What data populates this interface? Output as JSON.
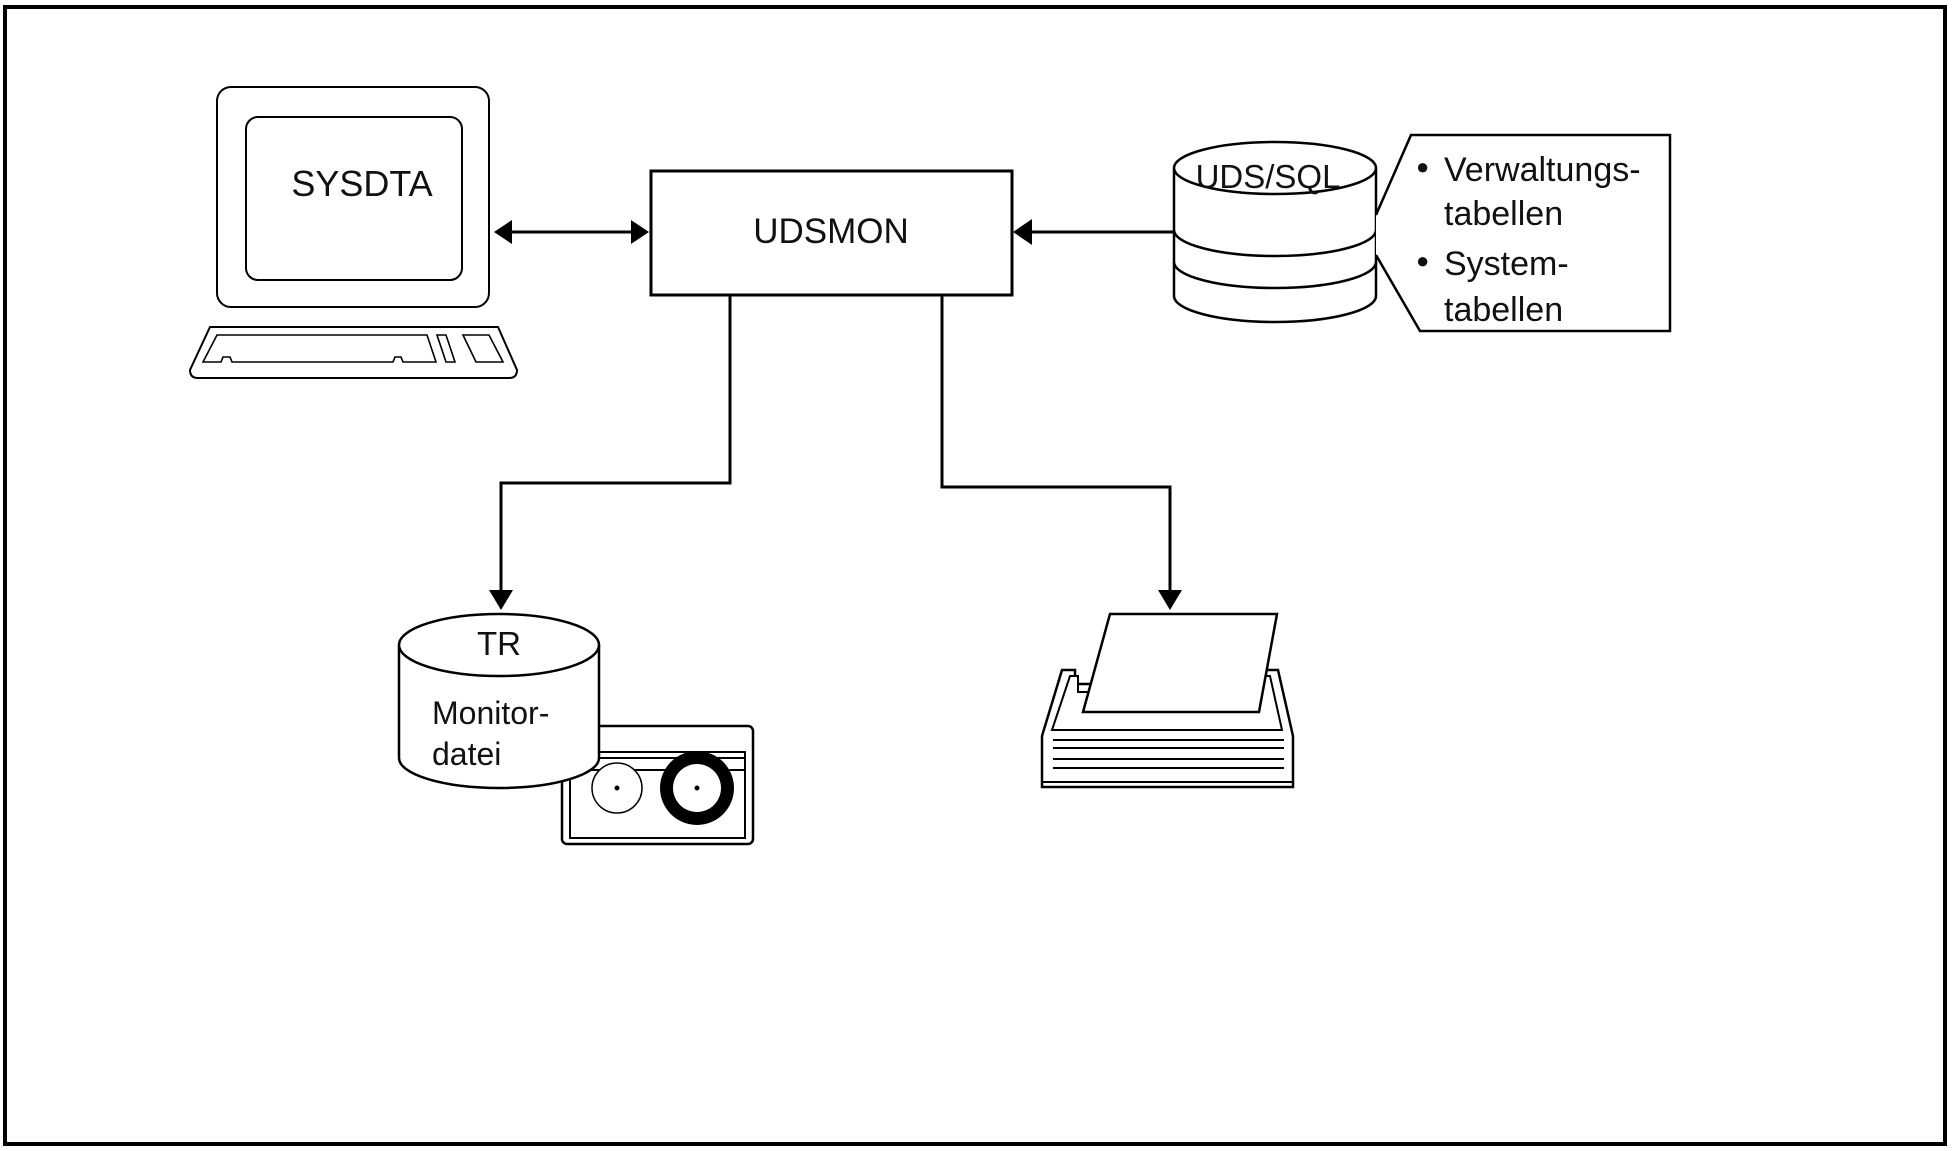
{
  "diagram": {
    "title": "UDSMON data flow",
    "nodes": {
      "terminal": {
        "label": "SYSDTA",
        "icon": "computer-terminal-icon"
      },
      "monitor": {
        "label": "UDSMON"
      },
      "database": {
        "label": "UDS/SQL",
        "icon": "database-cylinder-icon"
      },
      "callout": {
        "items": [
          {
            "line1": "Verwaltungs-",
            "line2": "tabellen"
          },
          {
            "line1": "System-",
            "line2": "tabellen"
          }
        ],
        "bullet": "●"
      },
      "monitor_file": {
        "label_top": "TR",
        "label_line1": "Monitor-",
        "label_line2": "datei",
        "icon": "disk-cylinder-icon"
      },
      "tape": {
        "icon": "tape-cassette-icon"
      },
      "printer": {
        "icon": "printer-icon"
      }
    },
    "edges": [
      {
        "from": "terminal",
        "to": "monitor",
        "direction": "bidirectional"
      },
      {
        "from": "database",
        "to": "monitor",
        "direction": "forward"
      },
      {
        "from": "monitor",
        "to": "monitor_file",
        "direction": "forward"
      },
      {
        "from": "monitor",
        "to": "printer",
        "direction": "forward"
      }
    ]
  }
}
